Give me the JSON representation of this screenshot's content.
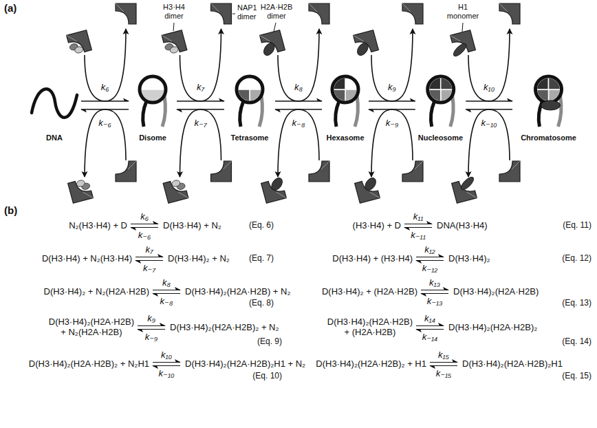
{
  "diagram": {
    "nodes": [
      {
        "text": [
          "DNA"
        ]
      },
      {
        "text": [
          "Disome"
        ]
      },
      {
        "text": [
          "Tetrasome"
        ]
      },
      {
        "text": [
          "Hexasome"
        ]
      },
      {
        "text": [
          "Nucleosome"
        ]
      },
      {
        "text": [
          "Chromatosome"
        ]
      }
    ],
    "edges": [
      {
        "from": 0,
        "to": 1,
        "arrow": "to",
        "label": "k₆"
      },
      {
        "from": 1,
        "to": 0,
        "arrow": "to",
        "label": "k₋₆"
      },
      {
        "from": 1,
        "to": 2,
        "arrow": "to",
        "label": "k₇"
      },
      {
        "from": 2,
        "to": 1,
        "arrow": "to",
        "label": "k₋₇"
      },
      {
        "from": 2,
        "to": 3,
        "arrow": "to",
        "label": "k₈"
      },
      {
        "from": 3,
        "to": 2,
        "arrow": "to",
        "label": "k₋₈"
      },
      {
        "from": 3,
        "to": 4,
        "arrow": "to",
        "label": "k₉"
      },
      {
        "from": 4,
        "to": 3,
        "arrow": "to",
        "label": "k₋₉"
      },
      {
        "from": 4,
        "to": 5,
        "arrow": "to",
        "label": "k₁₀"
      },
      {
        "from": 5,
        "to": 4,
        "arrow": "to",
        "label": "k₋₁₀"
      }
    ],
    "labels": [
      "(a)",
      "H3·H4 dimer",
      "NAP1 dimer",
      "H2A·H2B dimer",
      "H1 monomer",
      "(b)",
      "N₂(H3·H4) + D",
      "k₆",
      "k₋₆",
      "D(H3·H4) + N₂",
      "(Eq. 6)",
      "(H3·H4) + D",
      "k₁₁",
      "k₋₁₁",
      "DNA(H3·H4)",
      "(Eq. 11)",
      "D(H3·H4) + N₂(H3·H4)",
      "k₇",
      "k₋₇",
      "D(H3·H4)₂ + N₂",
      "(Eq. 7)",
      "D(H3·H4) + (H3·H4)",
      "k₁₂",
      "k₋₁₂",
      "D(H3·H4)₂",
      "(Eq. 12)",
      "D(H3·H4)₂ + N₂(H2A·H2B)",
      "k₈",
      "k₋₈",
      "D(H3·H4)₂(H2A·H2B) + N₂",
      "(Eq. 8)",
      "D(H3·H4)₂ + (H2A·H2B)",
      "k₁₃",
      "k₋₁₃",
      "D(H3·H4)₂(H2A·H2B)",
      "(Eq. 13)",
      "D(H3·H4)₂(H2A·H2B) + N₂(H2A·H2B)",
      "k₉",
      "k₋₉",
      "D(H3·H4)₂(H2A·H2B)₂ + N₂",
      "(Eq. 9)",
      "D(H3·H4)₂(H2A·H2B) + (H2A·H2B)",
      "k₁₄",
      "k₋₁₄",
      "D(H3·H4)₂(H2A·H2B)₂",
      "(Eq. 14)",
      "D(H3·H4)₂(H2A·H2B)₂ + N₂H1",
      "k₁₀",
      "k₋₁₀",
      "D(H3·H4)₂(H2A·H2B)₂H1 + N₂",
      "(Eq. 10)",
      "D(H3·H4)₂(H2A·H2B)₂ + H1",
      "k₁₅",
      "k₋₁₅",
      "D(H3·H4)₂(H2A·H2B)₂H1",
      "(Eq. 15)"
    ]
  }
}
